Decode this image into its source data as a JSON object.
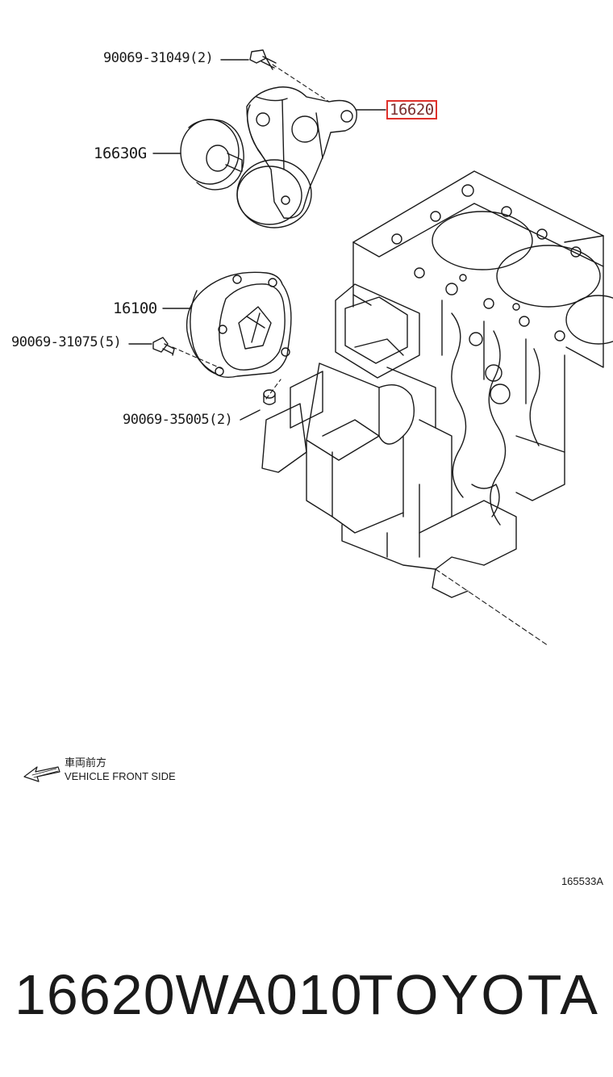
{
  "labels": {
    "bolt_top": "90069-31049(2)",
    "tensioner": "16620",
    "idler_pulley": "16630G",
    "water_pump": "16100",
    "bolt_pump": "90069-31075(5)",
    "dowel": "90069-35005(2)"
  },
  "front_indicator": {
    "chinese": "車両前方",
    "english": "VEHICLE FRONT SIDE"
  },
  "reference_code": "165533A",
  "footer": {
    "part_number": "16620WA010",
    "brand": "TOYOTA"
  },
  "colors": {
    "line": "#1a1a1a",
    "highlight_border": "#e0312b"
  }
}
